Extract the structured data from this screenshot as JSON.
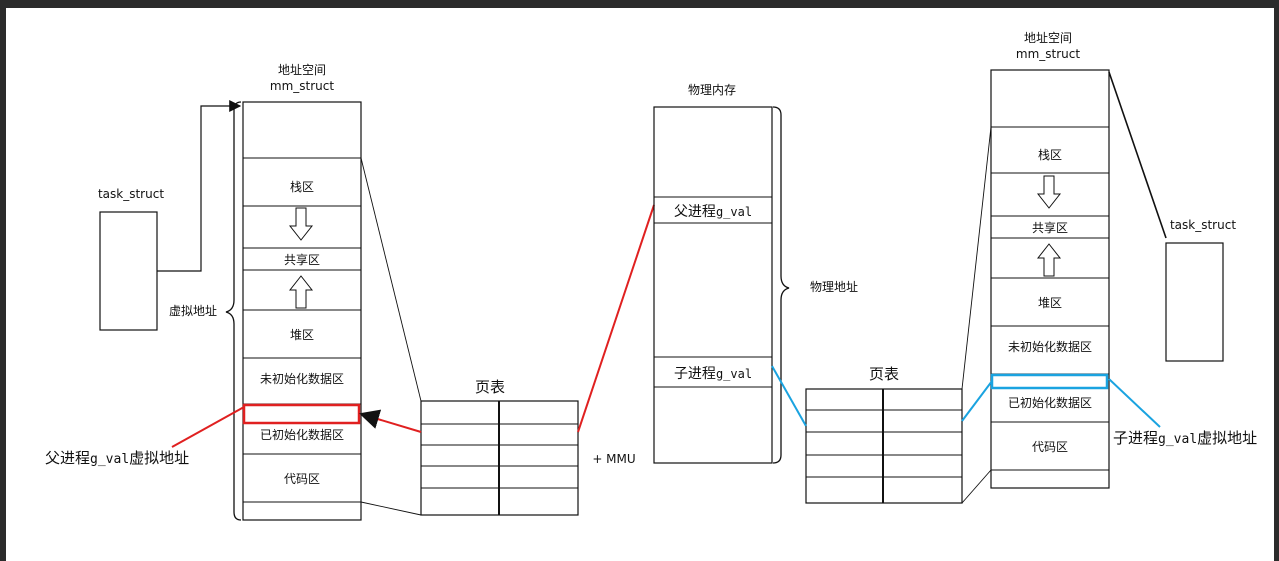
{
  "left": {
    "task_struct": "task_struct",
    "addr_space_title": "地址空间",
    "mm_struct": "mm_struct",
    "virtual_addr_label": "虚拟地址",
    "segments": {
      "stack": "栈区",
      "shared": "共享区",
      "heap": "堆区",
      "bss": "未初始化数据区",
      "data": "已初始化数据区",
      "code": "代码区"
    },
    "page_table_title": "页表",
    "mmu_label": "+ MMU",
    "parent_var_prefix": "父进程",
    "parent_var_name": "g_val",
    "parent_var_suffix": "虚拟地址"
  },
  "physical": {
    "title": "物理内存",
    "parent_var_prefix": "父进程",
    "parent_var_name": "g_val",
    "child_var_prefix": "子进程",
    "child_var_name": "g_val",
    "phys_addr_label": "物理地址"
  },
  "right": {
    "task_struct": "task_struct",
    "addr_space_title": "地址空间",
    "mm_struct": "mm_struct",
    "segments": {
      "stack": "栈区",
      "shared": "共享区",
      "heap": "堆区",
      "bss": "未初始化数据区",
      "data": "已初始化数据区",
      "code": "代码区"
    },
    "page_table_title": "页表",
    "child_var_prefix": "子进程",
    "child_var_name": "g_val",
    "child_var_suffix": "虚拟地址"
  },
  "colors": {
    "background": "#2b2b2b",
    "canvas": "#ffffff",
    "parent_highlight": "#e02020",
    "child_highlight": "#1aa3e0",
    "stroke": "#111111"
  }
}
